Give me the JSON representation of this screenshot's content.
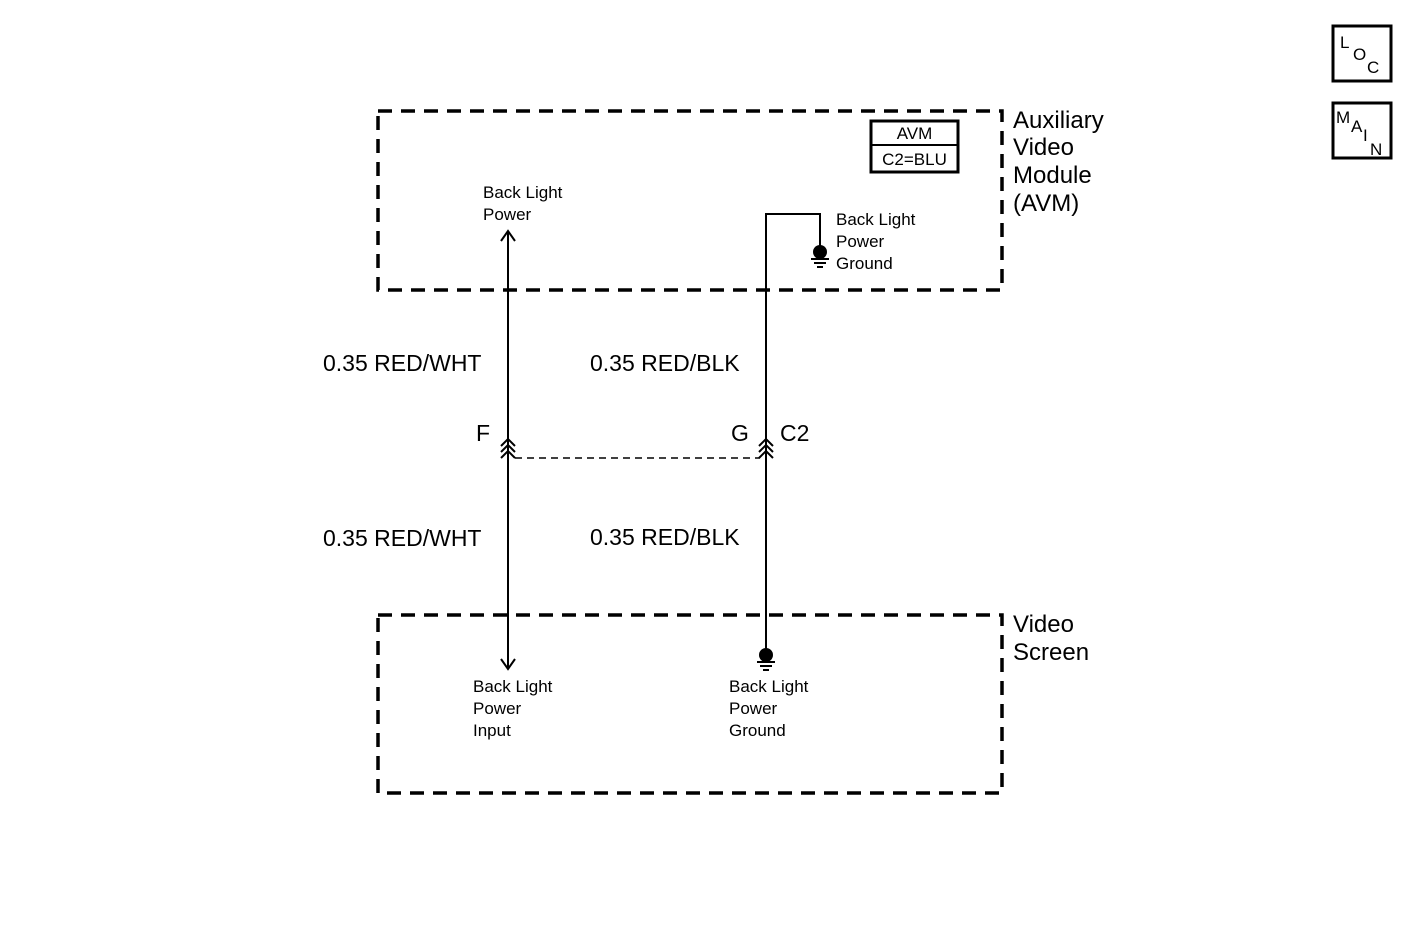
{
  "nav": {
    "loc": {
      "letters": [
        "L",
        "O",
        "C"
      ]
    },
    "main": {
      "letters": [
        "M",
        "A",
        "I",
        "N"
      ]
    }
  },
  "avm": {
    "title_lines": [
      "Auxiliary",
      "Video",
      "Module",
      "(AVM)"
    ],
    "badge": {
      "name": "AVM",
      "connector": "C2=BLU"
    },
    "back_light_power": [
      "Back Light",
      "Power"
    ],
    "back_light_power_ground": [
      "Back Light",
      "Power",
      "Ground"
    ]
  },
  "wires": {
    "upper_left": "0.35 RED/WHT",
    "upper_right": "0.35 RED/BLK",
    "lower_left": "0.35 RED/WHT",
    "lower_right": "0.35 RED/BLK"
  },
  "connector": {
    "pin_left": "F",
    "pin_right": "G",
    "name": "C2"
  },
  "video_screen": {
    "title_lines": [
      "Video",
      "Screen"
    ],
    "back_light_power_input": [
      "Back Light",
      "Power",
      "Input"
    ],
    "back_light_power_ground": [
      "Back Light",
      "Power",
      "Ground"
    ]
  }
}
